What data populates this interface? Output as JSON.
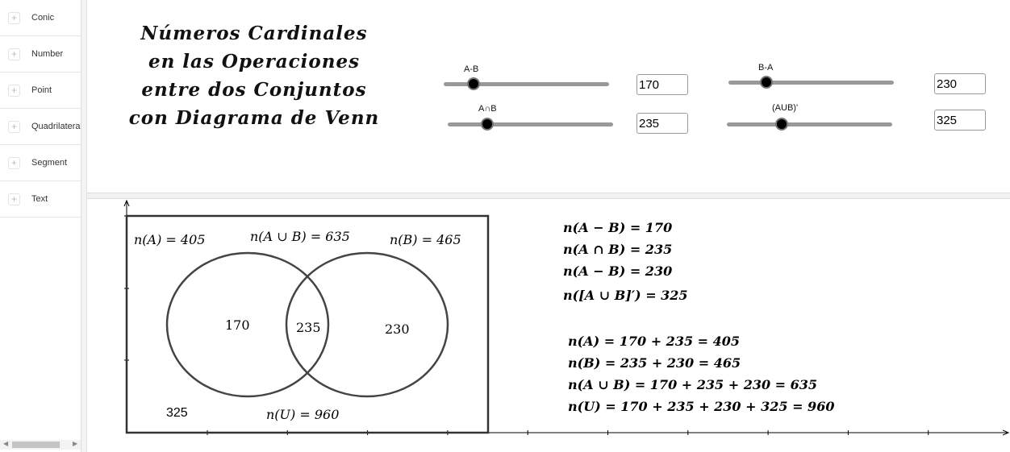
{
  "sidebar": {
    "items": [
      {
        "label": "Conic"
      },
      {
        "label": "Number"
      },
      {
        "label": "Point"
      },
      {
        "label": "Quadrilateral"
      },
      {
        "label": "Segment"
      },
      {
        "label": "Text"
      }
    ]
  },
  "title": {
    "line1": "Números Cardinales",
    "line2": "en las Operaciones",
    "line3": "entre dos Conjuntos",
    "line4": "con Diagrama de Venn"
  },
  "sliders": [
    {
      "label": "A-B",
      "value": "170",
      "fraction": 0.18
    },
    {
      "label": "B-A",
      "value": "230",
      "fraction": 0.23
    },
    {
      "label": "A∩B",
      "value": "235",
      "fraction": 0.24
    },
    {
      "label": "(AUB)'",
      "value": "325",
      "fraction": 0.33
    }
  ],
  "venn": {
    "nA": "n(A) = 405",
    "nAuB": "n(A ∪ B) = 635",
    "nB": "n(B) = 465",
    "onlyA": "170",
    "both": "235",
    "onlyB": "230",
    "outside": "325",
    "nU": "n(U) = 960"
  },
  "equations": [
    "n(A − B) = 170",
    "n(A ∩ B) = 235",
    "n(A − B) = 230",
    "n([A ∪ B]′) = 325",
    "n(A) = 170 + 235 = 405",
    "n(B) = 235 + 230 = 465",
    "n(A ∪ B) = 170 + 235 + 230 = 635",
    "n(U) = 170 + 235 + 230 + 325 = 960"
  ]
}
